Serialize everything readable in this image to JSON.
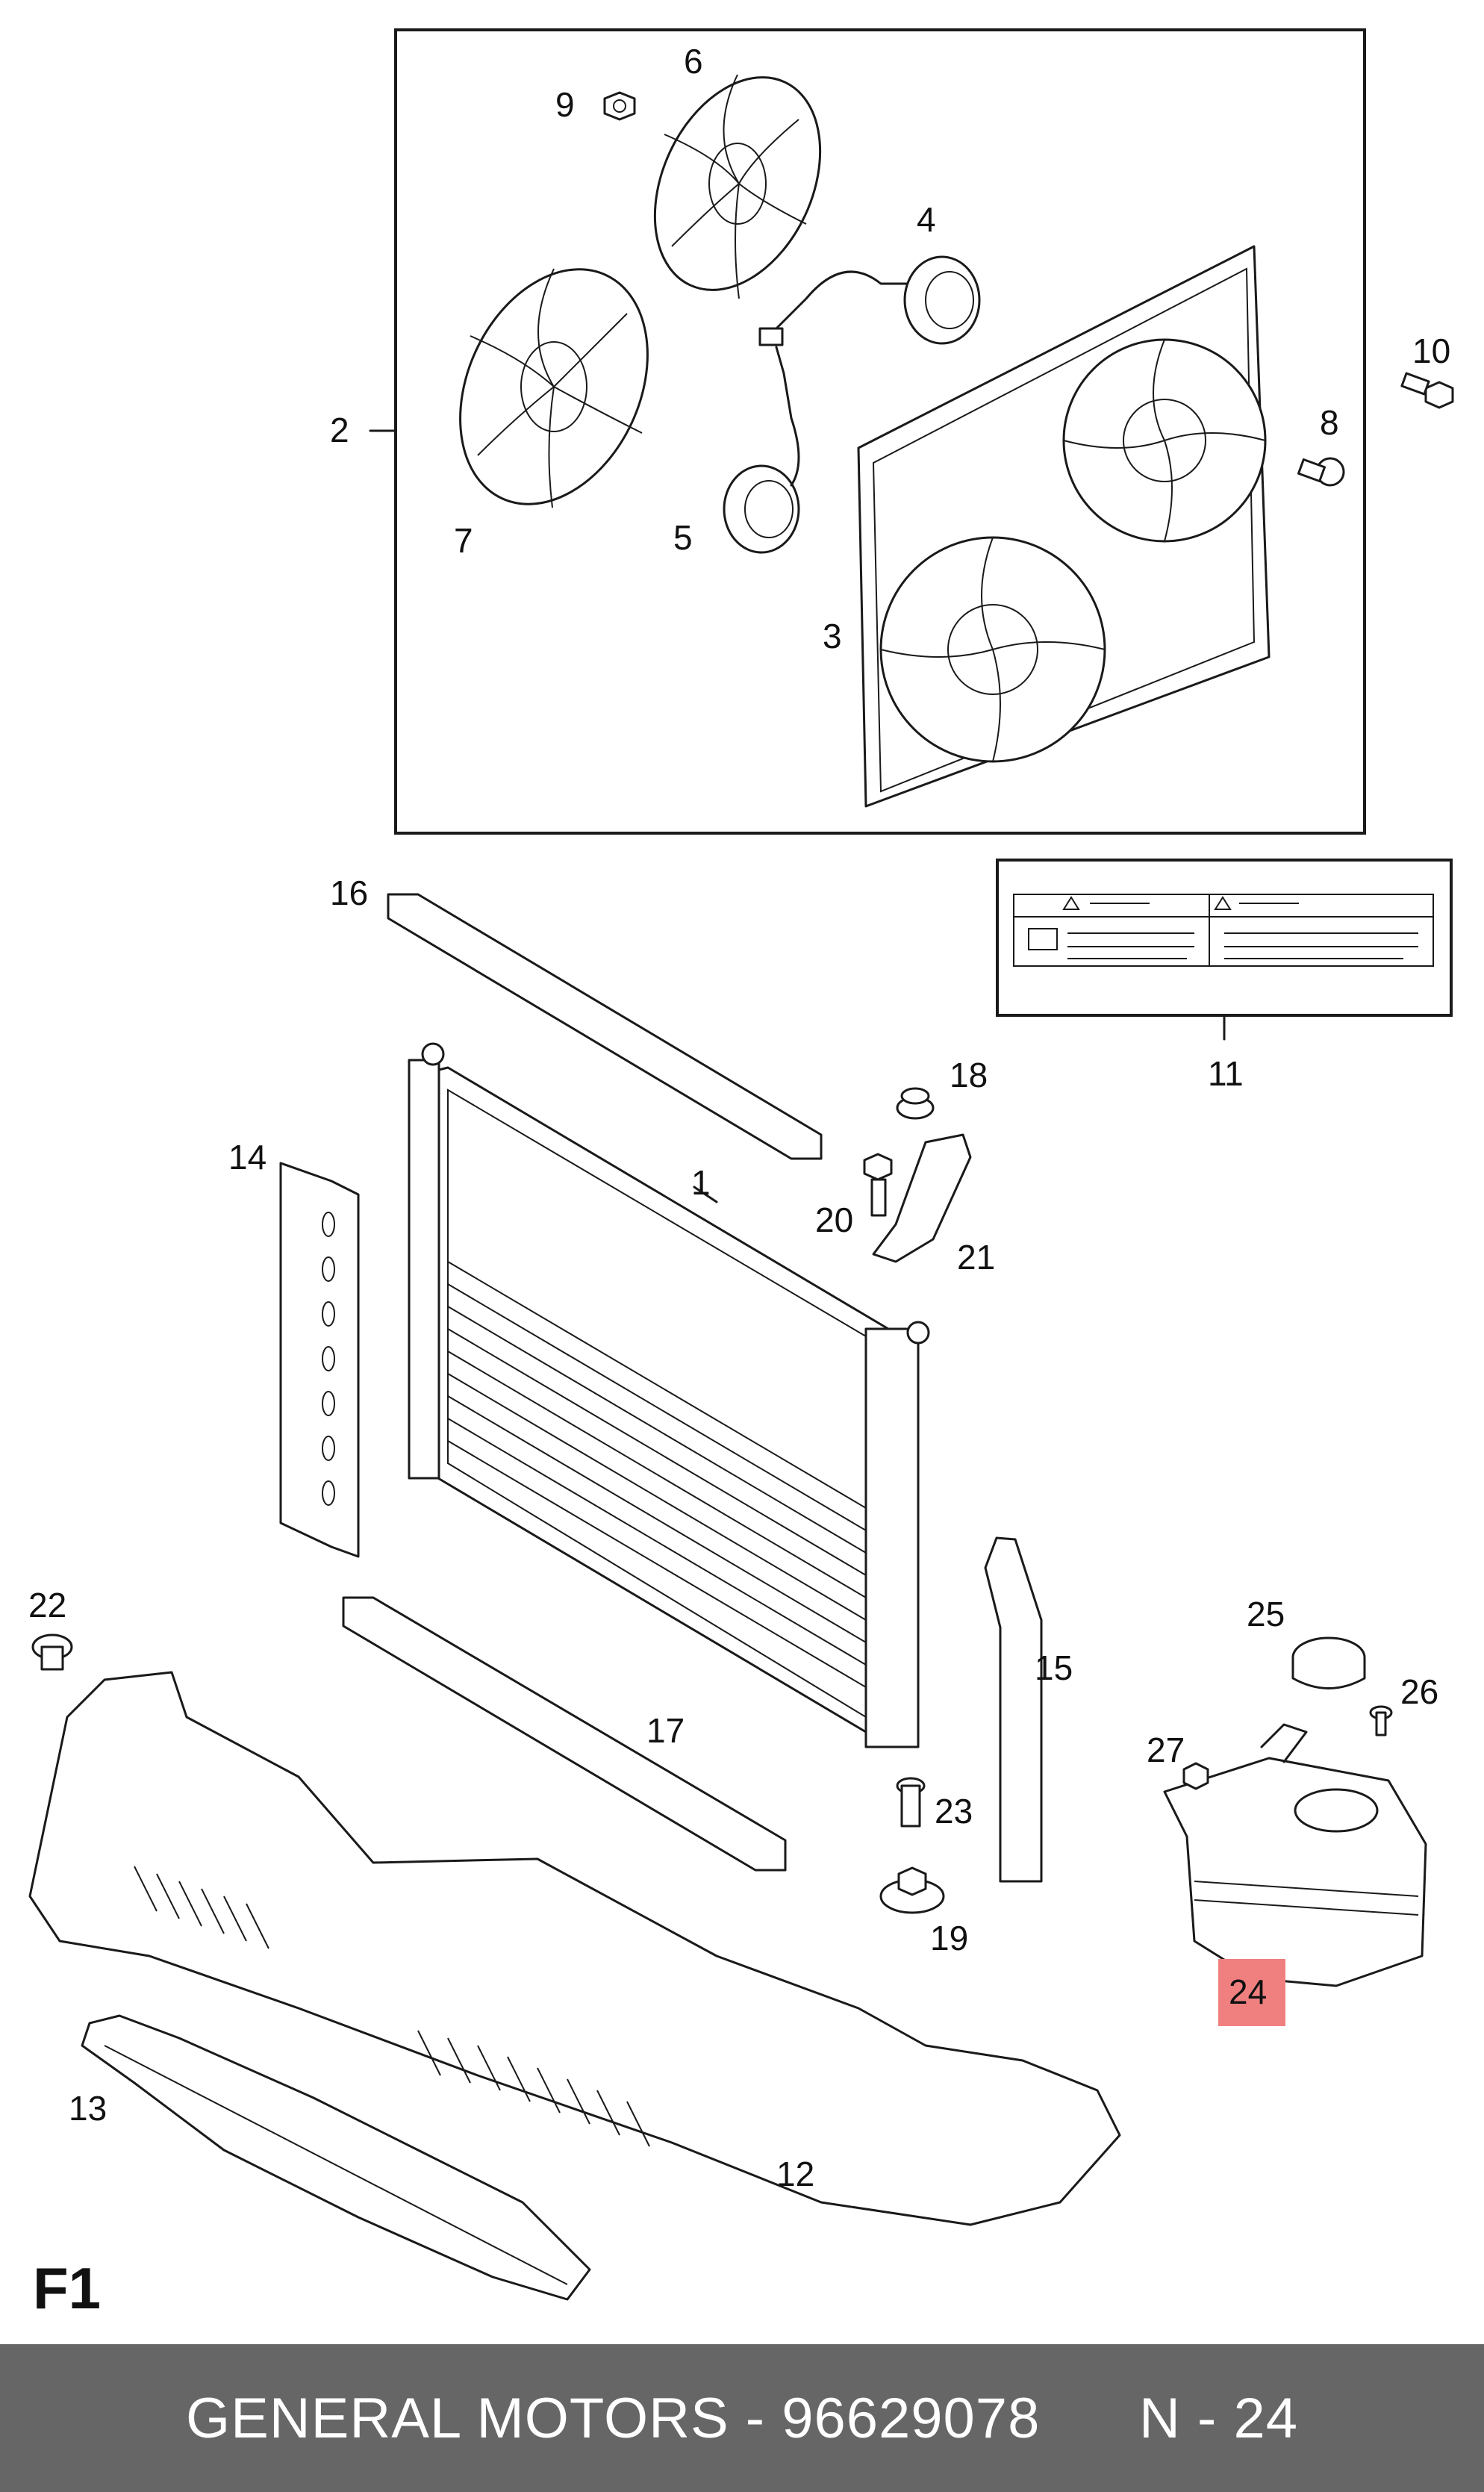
{
  "diagram": {
    "page_code": "F1",
    "highlight_color": "#f08080",
    "callouts": {
      "p1": "1",
      "p2": "2",
      "p3": "3",
      "p4": "4",
      "p5": "5",
      "p6": "6",
      "p7": "7",
      "p8": "8",
      "p9": "9",
      "p10": "10",
      "p11": "11",
      "p12": "12",
      "p13": "13",
      "p14": "14",
      "p15": "15",
      "p16": "16",
      "p17": "17",
      "p18": "18",
      "p19": "19",
      "p20": "20",
      "p21": "21",
      "p22": "22",
      "p23": "23",
      "p24": "24",
      "p25": "25",
      "p26": "26",
      "p27": "27"
    }
  },
  "footer": {
    "brand": "GENERAL MOTORS",
    "separator": " - ",
    "part_number": "96629078",
    "ref": "N - 24"
  }
}
